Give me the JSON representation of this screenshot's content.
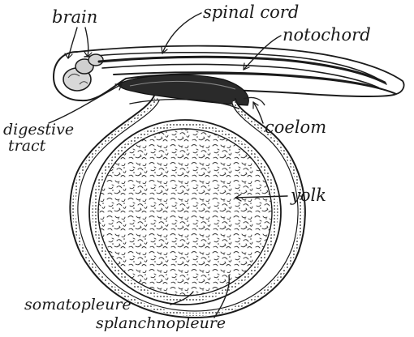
{
  "labels": {
    "brain": "brain",
    "spinal_cord": "spinal cord",
    "notochord": "notochord",
    "digestive": "digestive",
    "tract": "tract",
    "coelom": "coelom",
    "yolk": "yolk",
    "somatopleure": "somatopleure",
    "splanchnopleure": "splanchnopleure"
  }
}
